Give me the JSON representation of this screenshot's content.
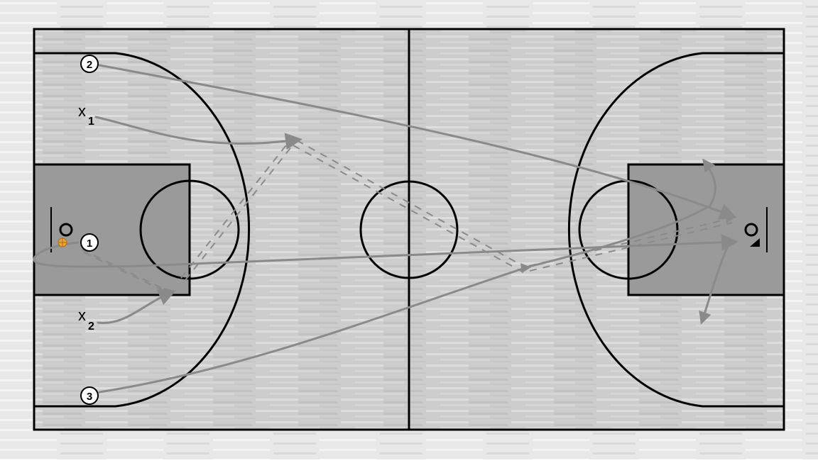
{
  "colors": {
    "background": "#e6e6e6",
    "court_floor": "#cccccc",
    "paint": "#999999",
    "lines": "#000000",
    "path": "#8c8c8c",
    "ball": "#e8a33c"
  },
  "players": [
    {
      "id": "p2",
      "label": "2"
    },
    {
      "id": "p1",
      "label": "1"
    },
    {
      "id": "p3",
      "label": "3"
    }
  ],
  "defenders": [
    {
      "id": "x1",
      "letter": "x",
      "sub": "1"
    },
    {
      "id": "x2",
      "letter": "x",
      "sub": "2"
    }
  ],
  "icons": {
    "ball": "basketball-icon",
    "left_basket": "hoop-icon",
    "right_basket": "hoop-icon"
  }
}
